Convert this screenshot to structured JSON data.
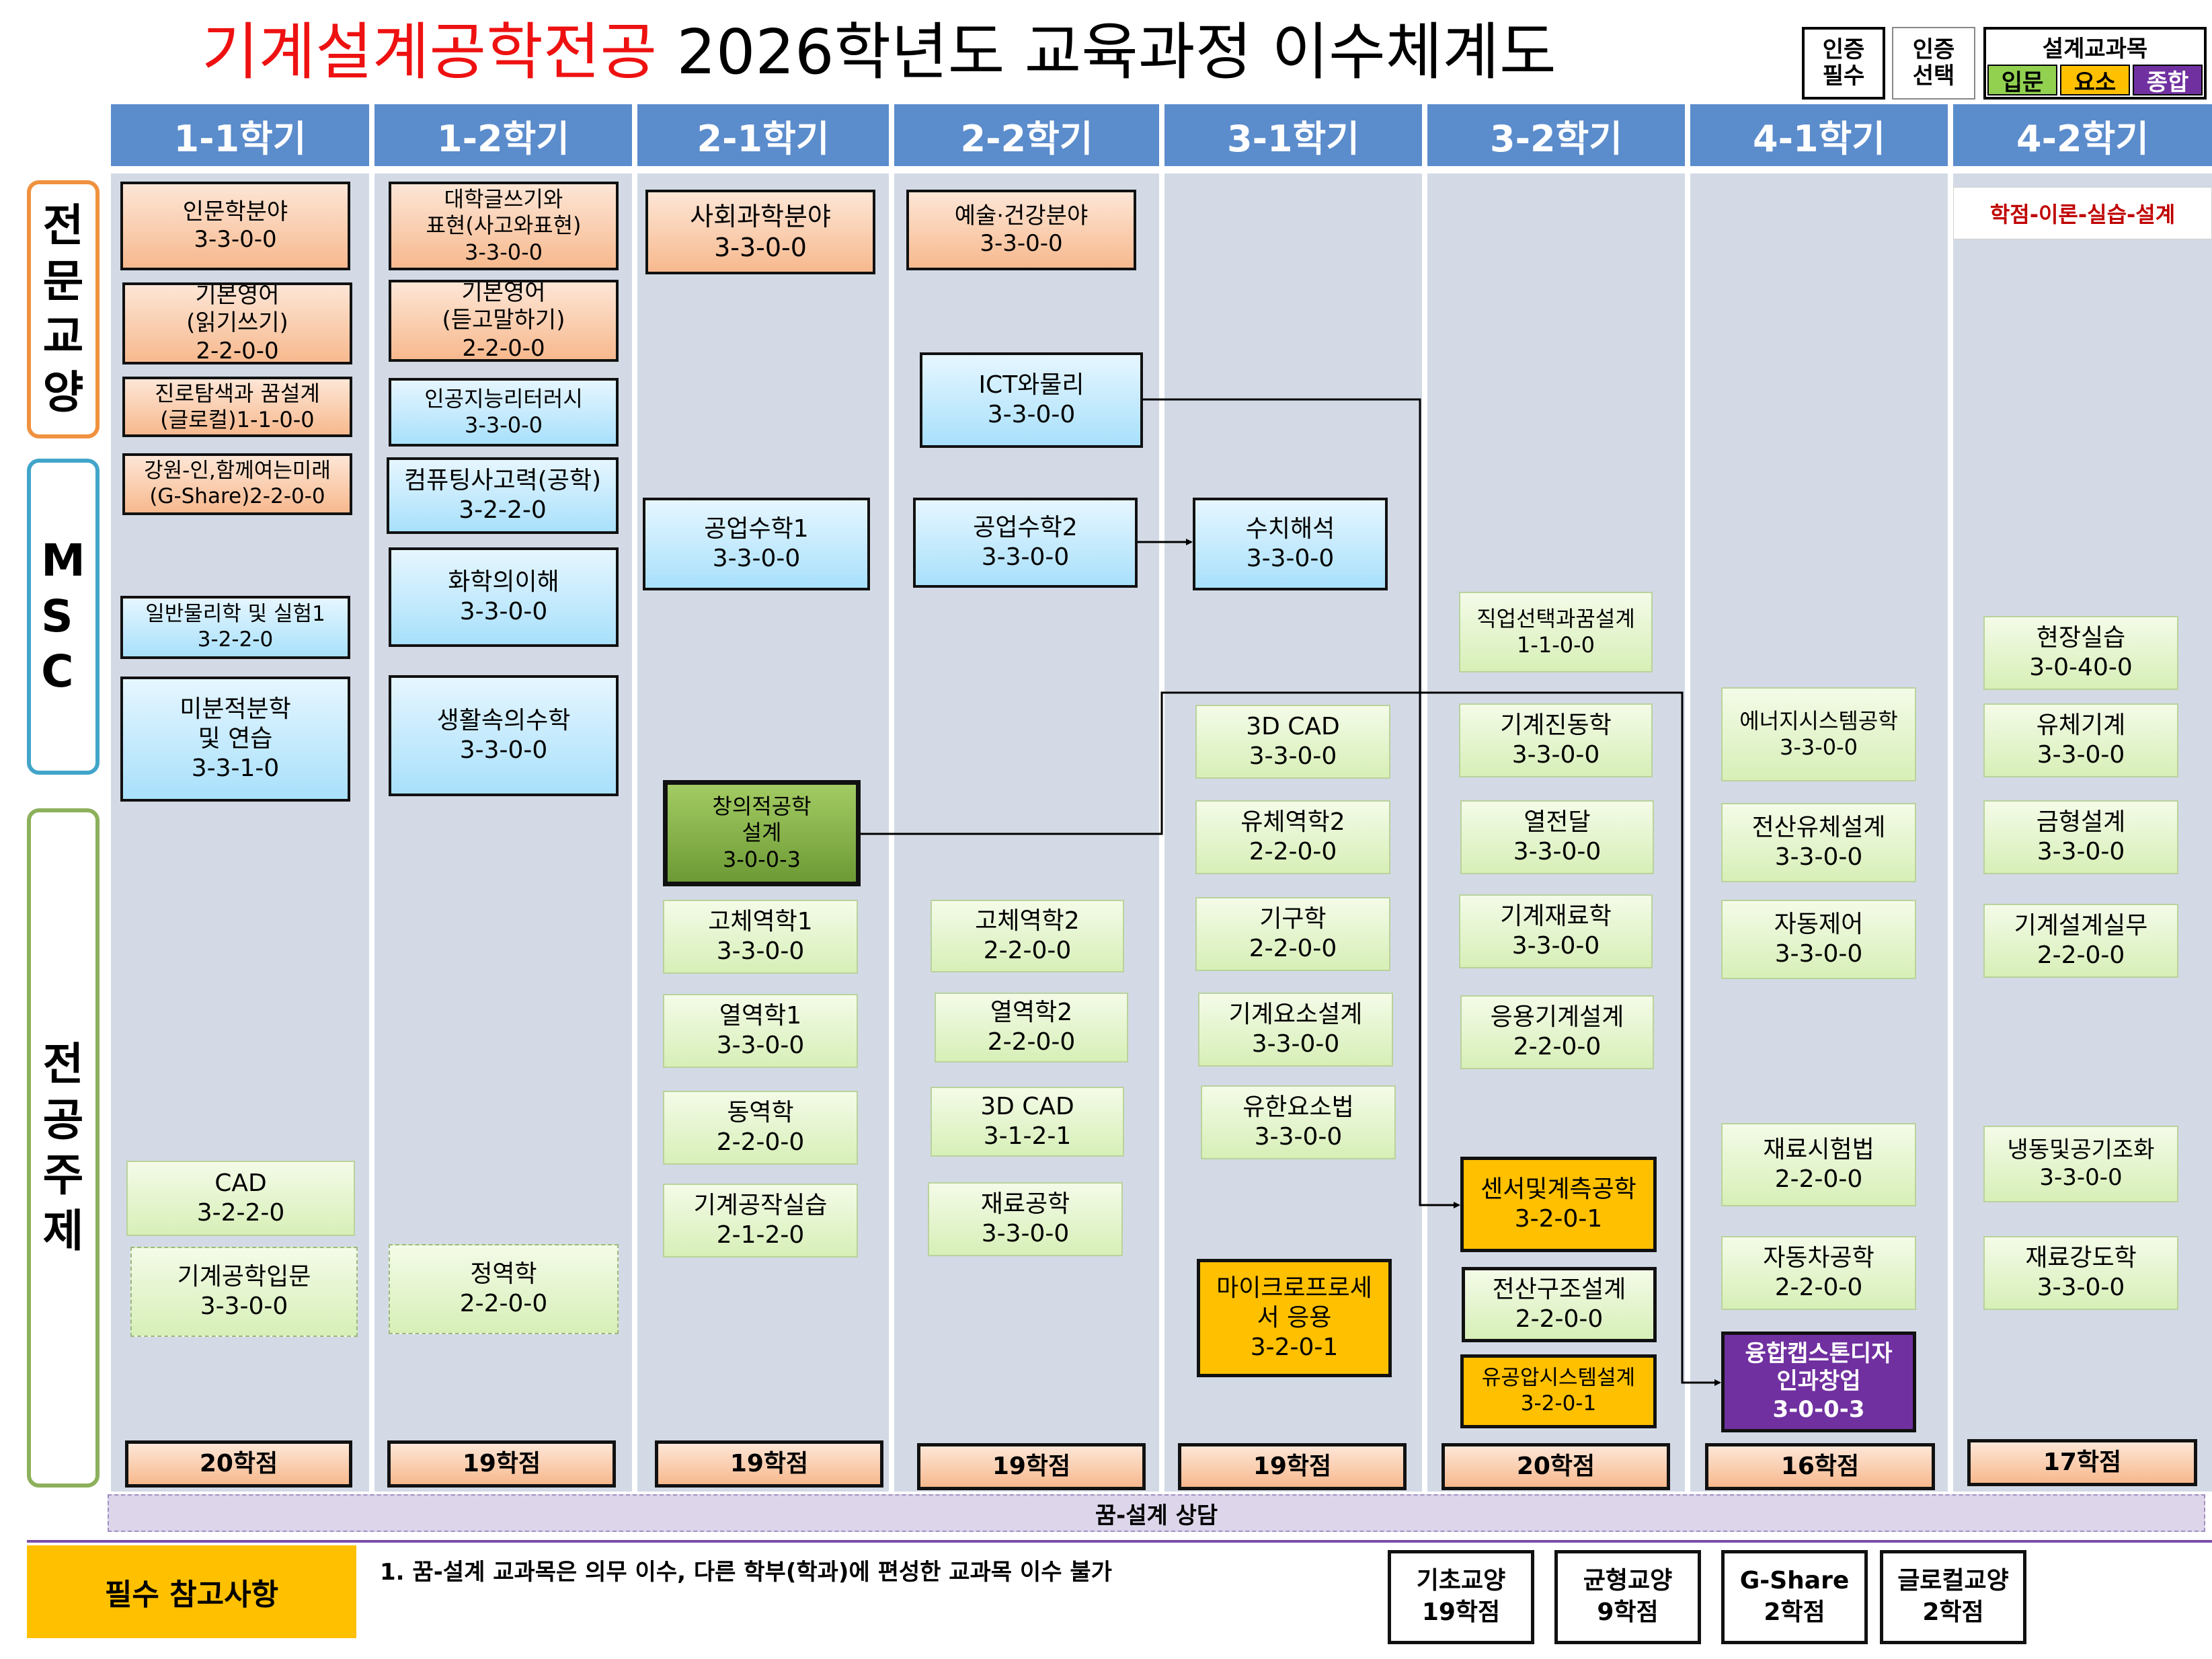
{
  "title": {
    "main_red": "기계설계공학전공",
    "main_rest": " 2026학년도 교육과정 이수체계도"
  },
  "legend": {
    "cert_required": "인증\n필수",
    "cert_elective": "인증\n선택",
    "design_header": "설계교과목",
    "design_intro": "입문",
    "design_element": "요소",
    "design_synthesis": "종합",
    "colors": {
      "intro": "#92d050",
      "element": "#ffc000",
      "synthesis": "#7030a0"
    }
  },
  "semesters": [
    "1-1학기",
    "1-2학기",
    "2-1학기",
    "2-2학기",
    "3-1학기",
    "3-2학기",
    "4-1학기",
    "4-2학기"
  ],
  "categories": {
    "general": "전\n문\n교\n양",
    "msc": "M\nS\nC",
    "major": "전\n공\n주\n제"
  },
  "credit_note": "학점-이론-실습-설계",
  "courses": {
    "s1_1": {
      "c1": "인문학분야\n3-3-0-0",
      "c2": "기본영어\n(읽기쓰기)\n2-2-0-0",
      "c3": "진로탐색과 꿈설계\n(글로컬)1-1-0-0",
      "c4": "강원-인,함께여는미래\n(G-Share)2-2-0-0",
      "c5": "일반물리학 및 실험1\n3-2-2-0",
      "c6": "미분적분학\n및 연습\n3-3-1-0",
      "c7": "CAD\n3-2-2-0",
      "c8": "기계공학입문\n3-3-0-0"
    },
    "s1_2": {
      "c1": "대학글쓰기와\n표현(사고와표현)\n3-3-0-0",
      "c2": "기본영어\n(듣고말하기)\n2-2-0-0",
      "c3": "인공지능리터러시\n3-3-0-0",
      "c4": "컴퓨팅사고력(공학)\n3-2-2-0",
      "c5": "화학의이해\n3-3-0-0",
      "c6": "생활속의수학\n3-3-0-0",
      "c7": "정역학\n2-2-0-0"
    },
    "s2_1": {
      "c1": "사회과학분야\n3-3-0-0",
      "c2": "공업수학1\n3-3-0-0",
      "c3": "창의적공학\n설계\n3-0-0-3",
      "c4": "고체역학1\n3-3-0-0",
      "c5": "열역학1\n3-3-0-0",
      "c6": "동역학\n2-2-0-0",
      "c7": "기계공작실습\n2-1-2-0"
    },
    "s2_2": {
      "c1": "예술·건강분야\n3-3-0-0",
      "c2": "ICT와물리\n3-3-0-0",
      "c3": "공업수학2\n3-3-0-0",
      "c4": "고체역학2\n2-2-0-0",
      "c5": "열역학2\n2-2-0-0",
      "c6": "3D CAD\n3-1-2-1",
      "c7": "재료공학\n3-3-0-0"
    },
    "s3_1": {
      "c1": "수치해석\n3-3-0-0",
      "c2": "3D CAD\n3-3-0-0",
      "c3": "유체역학2\n2-2-0-0",
      "c4": "기구학\n2-2-0-0",
      "c5": "기계요소설계\n3-3-0-0",
      "c6": "유한요소법\n3-3-0-0",
      "c7": "마이크로프로세\n서 응용\n3-2-0-1"
    },
    "s3_2": {
      "c1": "직업선택과꿈설계\n1-1-0-0",
      "c2": "기계진동학\n3-3-0-0",
      "c3": "열전달\n3-3-0-0",
      "c4": "기계재료학\n3-3-0-0",
      "c5": "응용기계설계\n2-2-0-0",
      "c6": "센서및계측공학\n3-2-0-1",
      "c7": "전산구조설계\n2-2-0-0",
      "c8": "유공압시스템설계\n3-2-0-1"
    },
    "s4_1": {
      "c1": "에너지시스템공학\n3-3-0-0",
      "c2": "전산유체설계\n3-3-0-0",
      "c3": "자동제어\n3-3-0-0",
      "c4": "재료시험법\n2-2-0-0",
      "c5": "자동차공학\n2-2-0-0",
      "c6": "융합캡스톤디자\n인과창업\n3-0-0-3"
    },
    "s4_2": {
      "c1": "현장실습\n3-0-40-0",
      "c2": "유체기계\n3-3-0-0",
      "c3": "금형설계\n3-3-0-0",
      "c4": "기계설계실무\n2-2-0-0",
      "c5": "냉동및공기조화\n3-3-0-0",
      "c6": "재료강도학\n3-3-0-0"
    }
  },
  "credits": [
    "20학점",
    "19학점",
    "19학점",
    "19학점",
    "19학점",
    "20학점",
    "16학점",
    "17학점"
  ],
  "consult": "꿈-설계 상담",
  "footer": {
    "required_title": "필수 참고사항",
    "note": "1. 꿈-설계 교과목은 의무 이수, 다른 학부(학과)에 편성한 교과목 이수 불가",
    "summary": [
      {
        "name": "기초교양",
        "credits": "19학점"
      },
      {
        "name": "균형교양",
        "credits": "9학점"
      },
      {
        "name": "G-Share",
        "credits": "2학점"
      },
      {
        "name": "글로컬교양",
        "credits": "2학점"
      }
    ]
  }
}
